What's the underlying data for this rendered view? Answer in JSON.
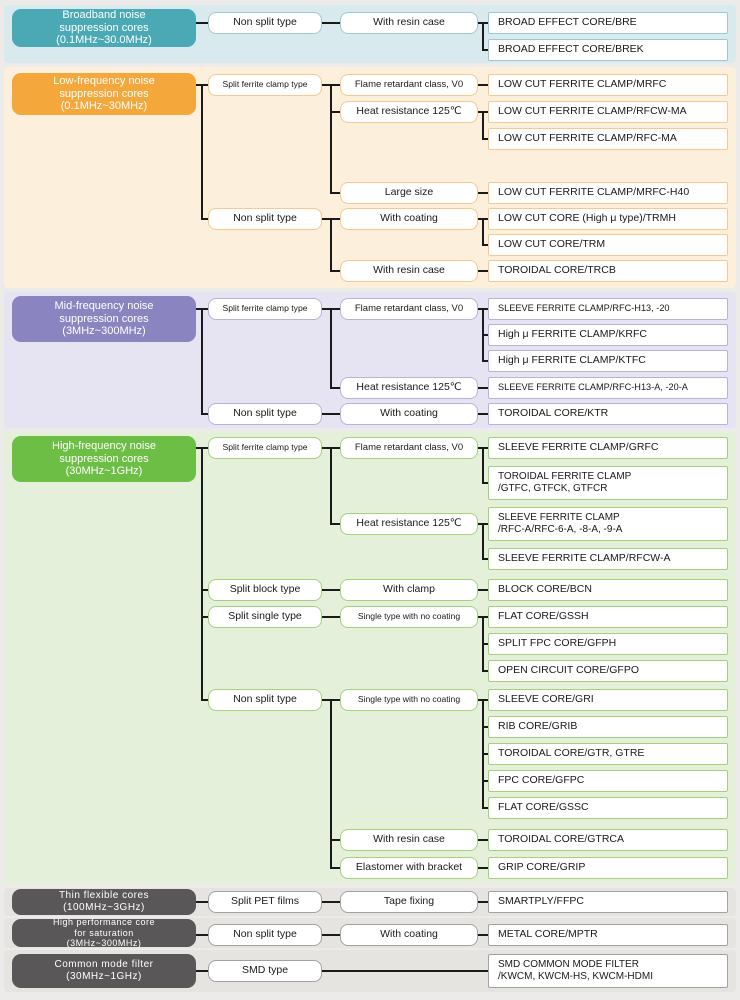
{
  "page": {
    "background": "#ECEBE9",
    "connector_color": "#1A1A1A"
  },
  "sections": [
    {
      "id": "broadband",
      "header": {
        "title": "Broadband noise\nsuppression cores\n(0.1MHz~30.0MHz)"
      },
      "colors": {
        "header_bg": "#4BA9B6",
        "section_bg": "#D9EAEE",
        "box_border": "#9FC9D2"
      },
      "types": [
        {
          "label": "Non split type",
          "features": [
            {
              "label": "With resin case",
              "products": [
                {
                  "name": "BROAD EFFECT CORE/BRE"
                },
                {
                  "name": "BROAD EFFECT CORE/BREK"
                }
              ]
            }
          ]
        }
      ]
    },
    {
      "id": "low-frequency",
      "header": {
        "title": "Low-frequency noise\nsuppression cores\n(0.1MHz~30MHz)"
      },
      "colors": {
        "header_bg": "#F4A83C",
        "section_bg": "#FCEFDC",
        "box_border": "#F7C98E"
      },
      "types": [
        {
          "label": "Split ferrite clamp type",
          "features": [
            {
              "label": "Flame retardant class, V0",
              "products": [
                {
                  "name": "LOW CUT FERRITE CLAMP/MRFC"
                }
              ]
            },
            {
              "label": "Heat resistance 125℃",
              "products": [
                {
                  "name": "LOW CUT FERRITE CLAMP/RFCW-MA"
                },
                {
                  "name": "LOW CUT FERRITE CLAMP/RFC-MA"
                }
              ]
            },
            {
              "label": "Large size",
              "products": [
                {
                  "name": "LOW CUT FERRITE CLAMP/MRFC-H40"
                }
              ]
            }
          ]
        },
        {
          "label": "Non split type",
          "features": [
            {
              "label": "With coating",
              "products": [
                {
                  "name": "LOW CUT CORE (High μ type)/TRMH"
                },
                {
                  "name": "LOW CUT CORE/TRM"
                }
              ]
            },
            {
              "label": "With resin case",
              "products": [
                {
                  "name": "TOROIDAL CORE/TRCB"
                }
              ]
            }
          ]
        }
      ]
    },
    {
      "id": "mid-frequency",
      "header": {
        "title": "Mid-frequency noise\nsuppression cores\n(3MHz~300MHz)"
      },
      "colors": {
        "header_bg": "#8A84C0",
        "section_bg": "#E6E4F2",
        "box_border": "#B8B3D9"
      },
      "types": [
        {
          "label": "Split ferrite clamp type",
          "features": [
            {
              "label": "Flame retardant class, V0",
              "products": [
                {
                  "name": "SLEEVE FERRITE CLAMP/RFC-H13, -20"
                },
                {
                  "name": "High μ FERRITE CLAMP/KRFC"
                },
                {
                  "name": "High μ FERRITE CLAMP/KTFC"
                }
              ]
            },
            {
              "label": "Heat resistance 125℃",
              "products": [
                {
                  "name": "SLEEVE FERRITE CLAMP/RFC-H13-A, -20-A"
                }
              ]
            }
          ]
        },
        {
          "label": "Non split type",
          "features": [
            {
              "label": "With coating",
              "products": [
                {
                  "name": "TOROIDAL CORE/KTR"
                }
              ]
            }
          ]
        }
      ]
    },
    {
      "id": "high-frequency",
      "header": {
        "title": "High-frequency noise\nsuppression cores\n(30MHz~1GHz)"
      },
      "colors": {
        "header_bg": "#6CBE45",
        "section_bg": "#E5F0DB",
        "box_border": "#A5D17C"
      },
      "types": [
        {
          "label": "Split ferrite clamp type",
          "features": [
            {
              "label": "Flame retardant class, V0",
              "products": [
                {
                  "name": "SLEEVE FERRITE CLAMP/GRFC"
                },
                {
                  "name": "TOROIDAL FERRITE CLAMP\n/GTFC, GTFCK, GTFCR"
                }
              ]
            },
            {
              "label": "Heat resistance 125℃",
              "products": [
                {
                  "name": "SLEEVE FERRITE CLAMP\n/RFC-A/RFC-6-A, -8-A, -9-A"
                },
                {
                  "name": "SLEEVE FERRITE CLAMP/RFCW-A"
                }
              ]
            }
          ]
        },
        {
          "label": "Split block type",
          "features": [
            {
              "label": "With clamp",
              "products": [
                {
                  "name": "BLOCK CORE/BCN"
                }
              ]
            }
          ]
        },
        {
          "label": "Split single type",
          "features": [
            {
              "label": "Single type with no coating",
              "products": [
                {
                  "name": "FLAT CORE/GSSH"
                },
                {
                  "name": "SPLIT FPC CORE/GFPH"
                },
                {
                  "name": "OPEN CIRCUIT CORE/GFPO"
                }
              ]
            }
          ]
        },
        {
          "label": "Non split type",
          "features": [
            {
              "label": "Single type with no coating",
              "products": [
                {
                  "name": "SLEEVE CORE/GRI"
                },
                {
                  "name": "RIB CORE/GRIB"
                },
                {
                  "name": "TOROIDAL CORE/GTR, GTRE"
                },
                {
                  "name": "FPC CORE/GFPC"
                },
                {
                  "name": "FLAT CORE/GSSC"
                }
              ]
            },
            {
              "label": "With resin case",
              "products": [
                {
                  "name": "TOROIDAL CORE/GTRCA"
                }
              ]
            },
            {
              "label": "Elastomer with bracket",
              "products": [
                {
                  "name": "GRIP CORE/GRIP"
                }
              ]
            }
          ]
        }
      ]
    },
    {
      "id": "thin-flexible",
      "header": {
        "title": "Thin flexible cores\n(100MHz~3GHz)"
      },
      "colors": {
        "header_bg": "#595757",
        "section_bg": "#E5E4E1",
        "box_border": "#A2A2A0"
      },
      "types": [
        {
          "label": "Split PET films",
          "features": [
            {
              "label": "Tape fixing",
              "products": [
                {
                  "name": "SMARTPLY/FFPC"
                }
              ]
            }
          ]
        }
      ]
    },
    {
      "id": "high-performance-saturation",
      "header": {
        "title": "High performance core\nfor saturation\n(3MHz~300MHz)"
      },
      "colors": {
        "header_bg": "#595757",
        "section_bg": "#E5E4E1",
        "box_border": "#A2A2A0"
      },
      "types": [
        {
          "label": "Non split type",
          "features": [
            {
              "label": "With coating",
              "products": [
                {
                  "name": "METAL CORE/MPTR"
                }
              ]
            }
          ]
        }
      ]
    },
    {
      "id": "common-mode-filter",
      "header": {
        "title": "Common mode filter\n(30MHz~1GHz)"
      },
      "colors": {
        "header_bg": "#595757",
        "section_bg": "#E5E4E1",
        "box_border": "#A2A2A0"
      },
      "types": [
        {
          "label": "SMD type",
          "products_direct": [
            {
              "name": "SMD COMMON MODE FILTER\n/KWCM, KWCM-HS, KWCM-HDMI"
            }
          ]
        }
      ]
    }
  ]
}
